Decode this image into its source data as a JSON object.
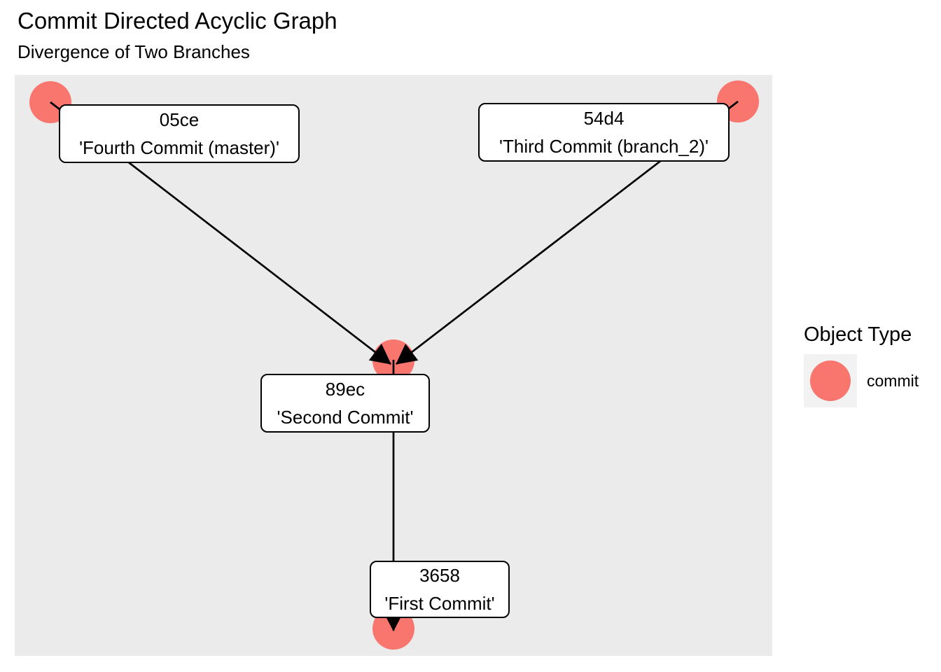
{
  "title": "Commit Directed Acyclic Graph",
  "subtitle": "Divergence of Two Branches",
  "legend": {
    "title": "Object Type",
    "items": [
      {
        "label": "commit",
        "color": "#F8766D"
      }
    ]
  },
  "colors": {
    "commit": "#F8766D",
    "panel_background": "#EBEBEB",
    "legend_key_background": "#F2F2F2",
    "edge": "#000000"
  },
  "graph": {
    "type": "directed-acyclic-graph",
    "nodes": [
      {
        "hash": "05ce",
        "message": "'Fourth Commit (master)'",
        "type": "commit"
      },
      {
        "hash": "54d4",
        "message": "'Third Commit (branch_2)'",
        "type": "commit"
      },
      {
        "hash": "89ec",
        "message": "'Second Commit'",
        "type": "commit"
      },
      {
        "hash": "3658",
        "message": "'First Commit'",
        "type": "commit"
      }
    ],
    "edges": [
      {
        "from": "05ce",
        "to": "89ec"
      },
      {
        "from": "54d4",
        "to": "89ec"
      },
      {
        "from": "89ec",
        "to": "3658"
      }
    ]
  }
}
